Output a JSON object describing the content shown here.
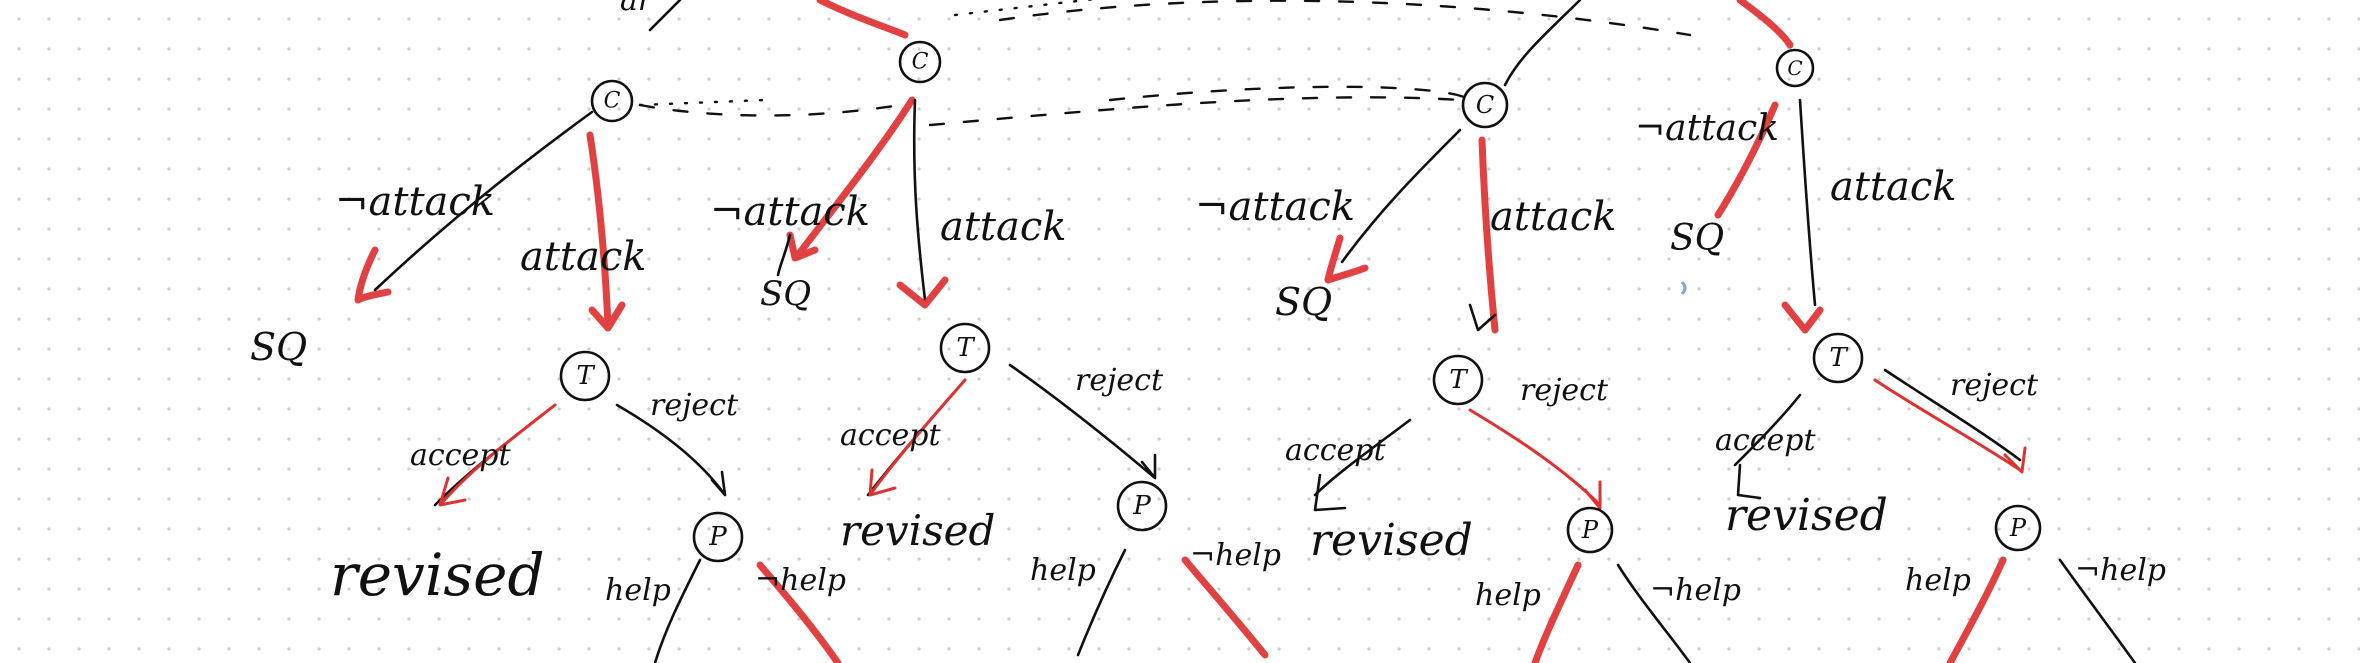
{
  "nodes": {
    "c": "C",
    "t": "T",
    "p": "P"
  },
  "labels": {
    "not_attack": "¬attack",
    "attack": "attack",
    "sq": "SQ",
    "accept": "accept",
    "reject": "reject",
    "revised": "revised",
    "help": "help",
    "not_help": "¬help",
    "top_fragment": "ar"
  },
  "colors": {
    "ink": "#111111",
    "highlight": "#e03131",
    "grid_dot": "#cfcfcf",
    "stray_mark": "#7aa8e8"
  }
}
